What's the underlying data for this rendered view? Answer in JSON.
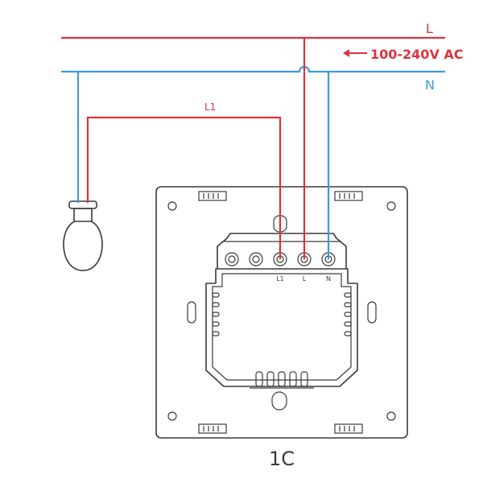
{
  "wires": {
    "live_label": "L",
    "neutral_label": "N",
    "supply_label": "100-240V AC",
    "load_label": "L1"
  },
  "terminals": {
    "l1_label": "L1",
    "l_label": "L",
    "n_label": "N"
  },
  "model_label": "1C",
  "colors": {
    "live": "#e0323c",
    "neutral": "#3a9bd8",
    "outline": "#3a3a3a"
  },
  "icons": {
    "bulb": "light-bulb-icon",
    "arrow": "arrow-left-icon"
  }
}
